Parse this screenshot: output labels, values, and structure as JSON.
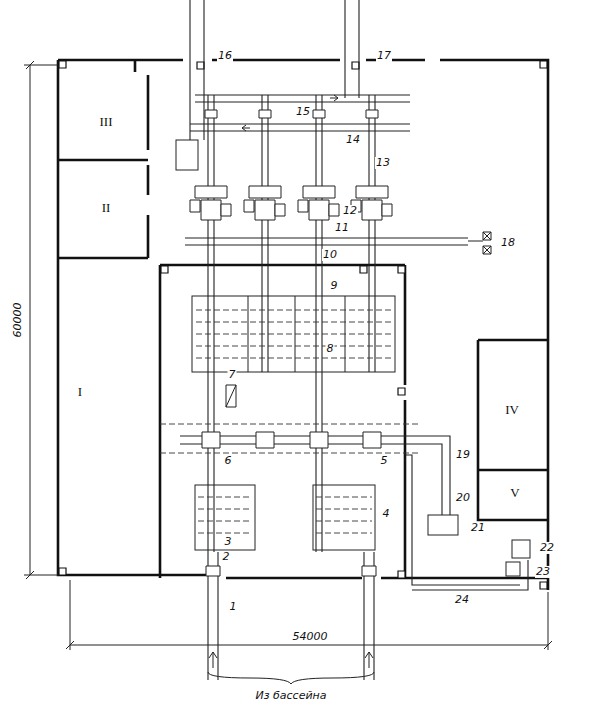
{
  "diagram": {
    "labels": [
      "1",
      "2",
      "3",
      "4",
      "5",
      "6",
      "7",
      "8",
      "9",
      "10",
      "11",
      "12",
      "13",
      "14",
      "15",
      "16",
      "17",
      "18",
      "19",
      "20",
      "21",
      "22",
      "23",
      "24",
      "I",
      "II",
      "III",
      "IV",
      "V",
      "60000",
      "54000",
      "Из бассейна"
    ]
  }
}
